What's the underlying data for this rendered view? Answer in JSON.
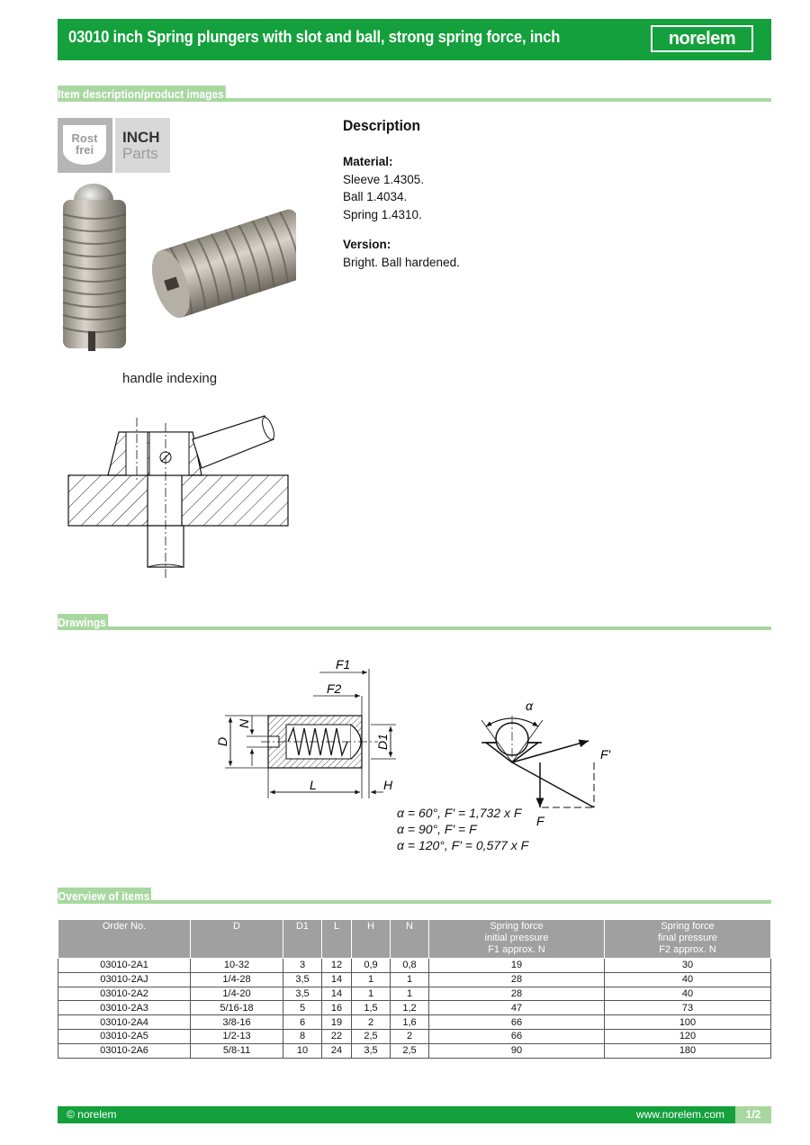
{
  "header": {
    "title": "03010 inch Spring plungers with slot and ball, strong spring force, inch",
    "logo": "norelem",
    "brand_color": "#14a03c"
  },
  "sections": {
    "item_description": "Item description/product images",
    "drawings": "Drawings",
    "overview": "Overview of items"
  },
  "badges": {
    "rost_line1": "Rost",
    "rost_line2": "frei",
    "inch": "INCH",
    "parts": "Parts"
  },
  "images": {
    "handle_caption": "handle indexing"
  },
  "description": {
    "title": "Description",
    "material_label": "Material:",
    "material_lines": [
      "Sleeve 1.4305.",
      "Ball 1.4034.",
      "Spring 1.4310."
    ],
    "version_label": "Version:",
    "version_text": "Bright. Ball hardened."
  },
  "drawing": {
    "labels": {
      "f1": "F1",
      "f2": "F2",
      "n": "N",
      "d": "D",
      "d1": "D1",
      "l": "L",
      "h": "H",
      "alpha": "α",
      "f_prime": "F'",
      "f": "F"
    },
    "formulas": [
      "α = 60°, F' = 1,732 x F",
      "α = 90°, F' = F",
      "α = 120°, F' = 0,577 x F"
    ]
  },
  "table": {
    "headers": [
      "Order No.",
      "D",
      "D1",
      "L",
      "H",
      "N",
      "Spring force\ninitial pressure\nF1 approx. N",
      "Spring force\nfinal pressure\nF2 approx. N"
    ],
    "rows": [
      [
        "03010-2A1",
        "10-32",
        "3",
        "12",
        "0,9",
        "0,8",
        "19",
        "30"
      ],
      [
        "03010-2AJ",
        "1/4-28",
        "3,5",
        "14",
        "1",
        "1",
        "28",
        "40"
      ],
      [
        "03010-2A2",
        "1/4-20",
        "3,5",
        "14",
        "1",
        "1",
        "28",
        "40"
      ],
      [
        "03010-2A3",
        "5/16-18",
        "5",
        "16",
        "1,5",
        "1,2",
        "47",
        "73"
      ],
      [
        "03010-2A4",
        "3/8-16",
        "6",
        "19",
        "2",
        "1,6",
        "66",
        "100"
      ],
      [
        "03010-2A5",
        "1/2-13",
        "8",
        "22",
        "2,5",
        "2",
        "66",
        "120"
      ],
      [
        "03010-2A6",
        "5/8-11",
        "10",
        "24",
        "3,5",
        "2,5",
        "90",
        "180"
      ]
    ]
  },
  "footer": {
    "copyright": "© norelem",
    "url": "www.norelem.com",
    "page": "1/2"
  }
}
